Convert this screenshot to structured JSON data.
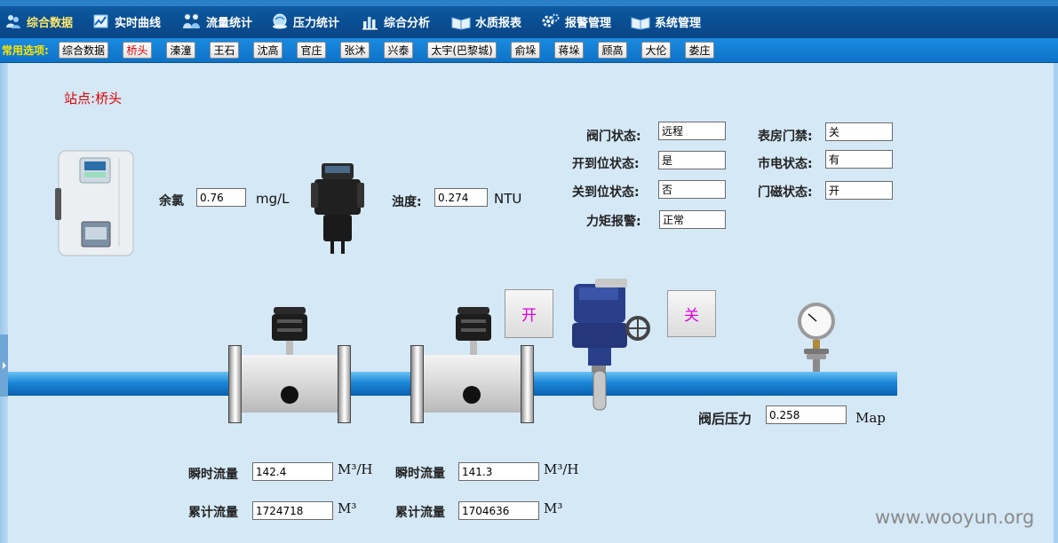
{
  "menu": {
    "items": [
      {
        "label": "综合数据",
        "icon": "users-icon"
      },
      {
        "label": "实时曲线",
        "icon": "chart-icon"
      },
      {
        "label": "流量统计",
        "icon": "people-icon"
      },
      {
        "label": "压力统计",
        "icon": "globe-icon"
      },
      {
        "label": "综合分析",
        "icon": "bar-chart-icon"
      },
      {
        "label": "水质报表",
        "icon": "book-icon"
      },
      {
        "label": "报警管理",
        "icon": "settings-icon"
      },
      {
        "label": "系统管理",
        "icon": "book-icon"
      }
    ]
  },
  "options": {
    "label": "常用选项:",
    "items": [
      "综合数据",
      "桥头",
      "溱潼",
      "王石",
      "沈高",
      "官庄",
      "张沐",
      "兴泰",
      "太宇(巴黎城)",
      "俞垛",
      "蒋垛",
      "顾高",
      "大伦",
      "娄庄"
    ],
    "selected": "桥头"
  },
  "station": {
    "prefix": "站点:",
    "name": "桥头"
  },
  "chlorine": {
    "label": "余氯",
    "value": "0.76",
    "unit": "mg/L"
  },
  "turbidity": {
    "label": "浊度:",
    "value": "0.274",
    "unit": "NTU"
  },
  "status": {
    "valve": {
      "label": "阀门状态:",
      "value": "远程"
    },
    "open_pos": {
      "label": "开到位状态:",
      "value": "是"
    },
    "close_pos": {
      "label": "关到位状态:",
      "value": "否"
    },
    "torque": {
      "label": "力矩报警:",
      "value": "正常"
    },
    "room_door": {
      "label": "表房门禁:",
      "value": "关"
    },
    "mains": {
      "label": "市电状态:",
      "value": "有"
    },
    "door_mag": {
      "label": "门磁状态:",
      "value": "开"
    }
  },
  "controls": {
    "open": "开",
    "close": "关"
  },
  "pressure": {
    "label": "阀后压力",
    "value": "0.258",
    "unit": "Map"
  },
  "meter1": {
    "inst_label": "瞬时流量",
    "inst_value": "142.4",
    "inst_unit": "M³/H",
    "total_label": "累计流量",
    "total_value": "1724718",
    "total_unit": "M³"
  },
  "meter2": {
    "inst_label": "瞬时流量",
    "inst_value": "141.3",
    "inst_unit": "M³/H",
    "total_label": "累计流量",
    "total_value": "1704636",
    "total_unit": "M³"
  },
  "watermark": "www.wooyun.org"
}
